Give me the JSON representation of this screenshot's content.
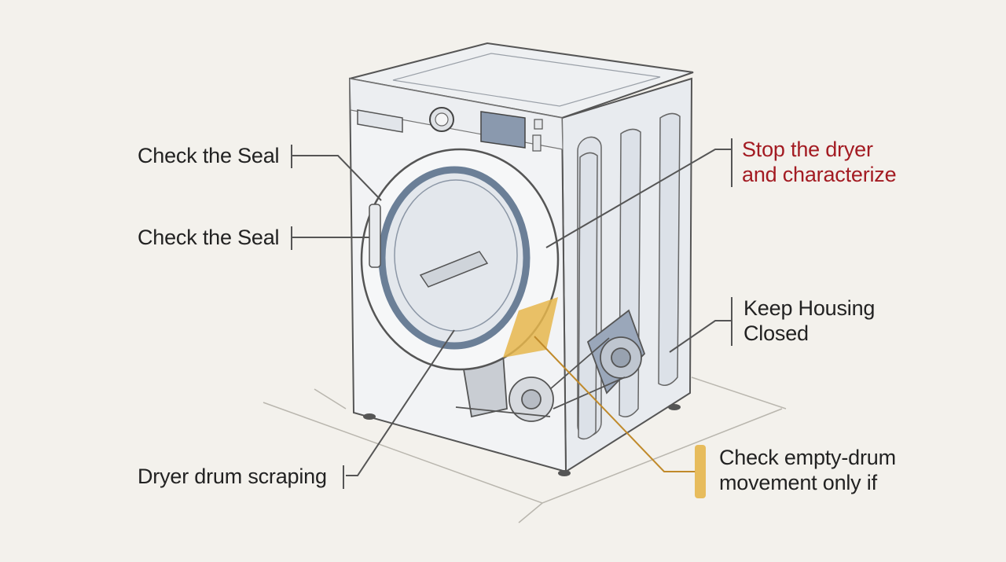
{
  "labels": {
    "seal_top": "Check the Seal",
    "seal_mid": "Check the Seal",
    "drum_scraping": "Dryer drum scraping",
    "stop_line1": "Stop the dryer",
    "stop_line2": "and characterize",
    "housing_line1": "Keep Housing",
    "housing_line2": "Closed",
    "empty_line1": "Check empty-drum",
    "empty_line2": "movement only if"
  },
  "colors": {
    "background": "#f3f1ec",
    "ink": "#444444",
    "warning_text": "#a31b22",
    "highlight": "#e6b64c",
    "drum_blue": "#6b7f97"
  }
}
